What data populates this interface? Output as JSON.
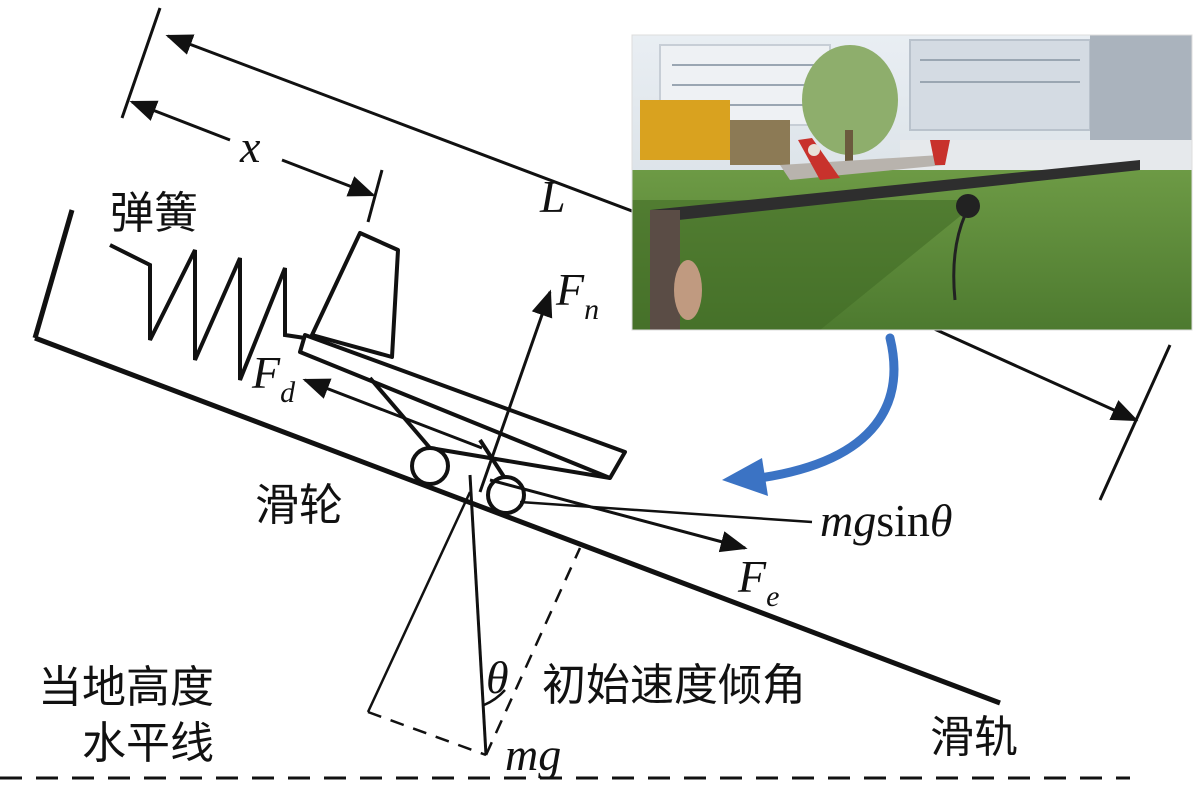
{
  "labels": {
    "spring": "弹簧",
    "pulley": "滑轮",
    "rail": "滑轨",
    "horizon_line1": "当地高度",
    "horizon_line2": "水平线",
    "initial_angle": "初始速度倾角",
    "theta": "θ",
    "x": "x",
    "L": "L",
    "Fn_main": "F",
    "Fn_sub": "n",
    "Fd_main": "F",
    "Fd_sub": "d",
    "Fe_main": "F",
    "Fe_sub": "e",
    "mgsin_mg": "mg",
    "mgsin_sin": "sin",
    "mgsin_theta": "θ",
    "mg": "mg"
  },
  "photo": {
    "sky_color": "#dfe6ee",
    "grass_color": "#5e8c3a",
    "fence_color": "#2f68b8",
    "truck_color": "#d9a21f",
    "plane_color": "#c8322c"
  },
  "colors": {
    "ink": "#111111",
    "accent_arrow": "#3b73c4"
  }
}
